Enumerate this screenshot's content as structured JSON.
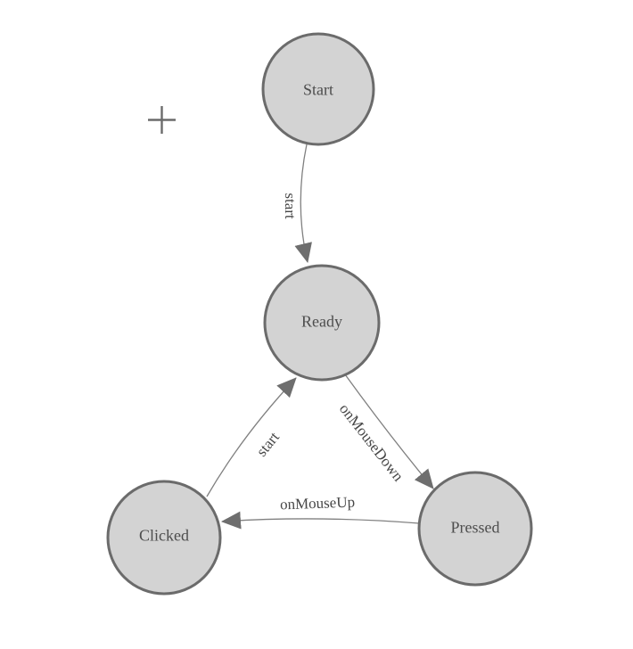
{
  "app": {
    "type": "state-diagram-canvas",
    "background": "#ffffff"
  },
  "diagram": {
    "nodes": [
      {
        "id": "start",
        "label": "Start"
      },
      {
        "id": "ready",
        "label": "Ready"
      },
      {
        "id": "clicked",
        "label": "Clicked"
      },
      {
        "id": "pressed",
        "label": "Pressed"
      }
    ],
    "edges": [
      {
        "from": "Start",
        "to": "Ready",
        "label": "start"
      },
      {
        "from": "Ready",
        "to": "Pressed",
        "label": "onMouseDown"
      },
      {
        "from": "Pressed",
        "to": "Clicked",
        "label": "onMouseUp"
      },
      {
        "from": "Clicked",
        "to": "Ready",
        "label": "start"
      }
    ],
    "colors": {
      "node_fill": "#d3d3d3",
      "node_border": "#6b6b6b",
      "edge_line": "#808080",
      "arrowhead": "#6e6e6e",
      "node_text": "#4d4d4d",
      "edge_text": "#474747"
    }
  },
  "cursor": {
    "shape": "crosshair"
  }
}
